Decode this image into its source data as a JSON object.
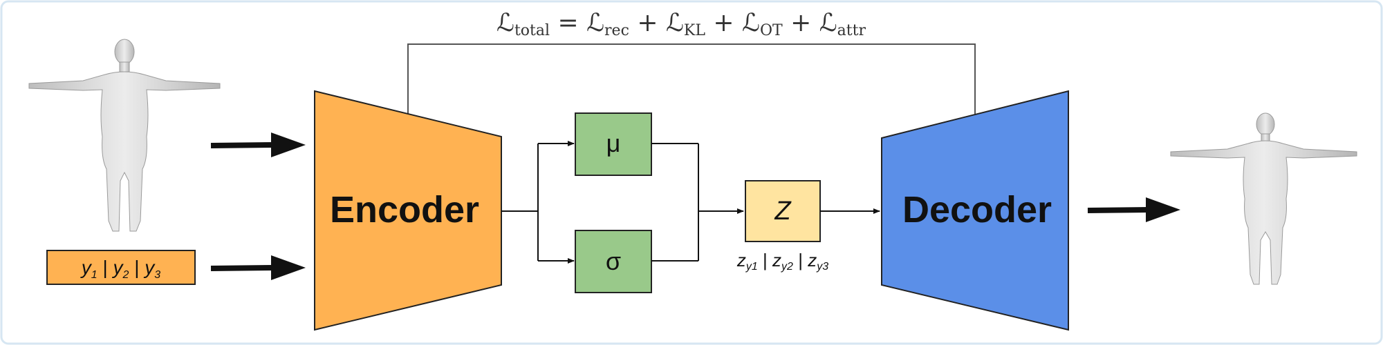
{
  "loss": {
    "prefix": "ℒ",
    "total_sub": "total",
    "eq": " = ",
    "plus": " + ",
    "terms": [
      {
        "symbol": "ℒ",
        "sub": "rec"
      },
      {
        "symbol": "ℒ",
        "sub": "KL"
      },
      {
        "symbol": "ℒ",
        "sub": "OT"
      },
      {
        "symbol": "ℒ",
        "sub": "attr"
      }
    ]
  },
  "attributes": {
    "y1": "y",
    "y1_sub": "1",
    "y2": "y",
    "y2_sub": "2",
    "y3": "y",
    "y3_sub": "3",
    "sep": "|"
  },
  "encoder": {
    "label": "Encoder"
  },
  "decoder": {
    "label": "Decoder"
  },
  "mu": {
    "label": "μ"
  },
  "sigma": {
    "label": "σ"
  },
  "latent": {
    "label": "Z",
    "parts": [
      {
        "symbol": "z",
        "sub": "y1"
      },
      {
        "symbol": "z",
        "sub": "y2"
      },
      {
        "symbol": "z",
        "sub": "y3"
      }
    ],
    "sep": "|"
  },
  "colors": {
    "encoder": "#FFB252",
    "decoder": "#5B8FE8",
    "param_box": "#99C98A",
    "latent_box": "#FFE4A0",
    "attr_box": "#FFB252",
    "frame": "#D6E6F2"
  },
  "icons": [
    "input-body-mesh-icon",
    "output-body-mesh-icon"
  ]
}
